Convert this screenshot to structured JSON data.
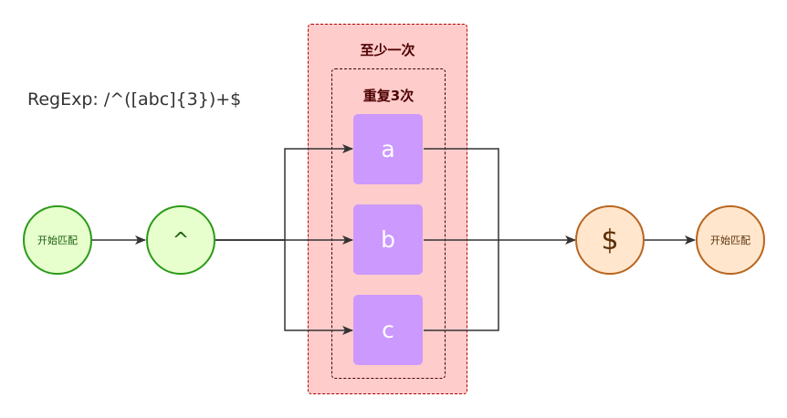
{
  "title": "RegExp: /^([abc]{3})+$",
  "groups": {
    "outer_label": "至少一次",
    "inner_label": "重复3次"
  },
  "nodes": {
    "start": "开始匹配",
    "caret": "^",
    "dollar": "$",
    "end": "开始匹配"
  },
  "chars": [
    "a",
    "b",
    "c"
  ],
  "colors": {
    "green_fill": "#e6ffcc",
    "green_stroke": "#2d9a1a",
    "orange_fill": "#ffe6cc",
    "orange_stroke": "#b8651f",
    "group_fill": "#ffcccc",
    "group_stroke": "#b20000",
    "char_fill": "#cc99ff"
  }
}
